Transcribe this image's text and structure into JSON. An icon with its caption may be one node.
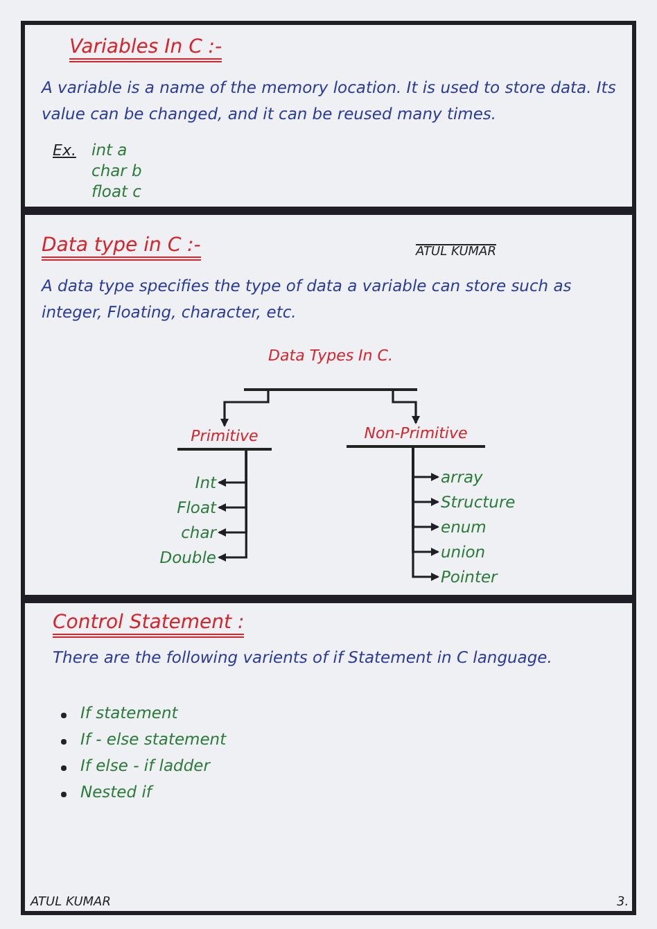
{
  "diagram": {
    "nodes": [
      {
        "text": [
          "Variables In C :-",
          "A variable is a name of the memory location. It is used to store data. Its value can be changed, and it can be reused many times.",
          "Ex.",
          "int a",
          "char b",
          "float c"
        ]
      },
      {
        "text": [
          "Data type in C :-",
          "A data type specifies the type of data a variable can store such as integer, Floating, character, etc."
        ]
      },
      {
        "text": [
          "Data Types In C."
        ],
        "in": 1
      },
      {
        "text": [
          "Primitive"
        ],
        "in": 1
      },
      {
        "text": [
          "Non-Primitive"
        ],
        "in": 1
      },
      {
        "text": [
          "Int"
        ],
        "in": 1
      },
      {
        "text": [
          "Float"
        ],
        "in": 1
      },
      {
        "text": [
          "char"
        ],
        "in": 1
      },
      {
        "text": [
          "Double"
        ],
        "in": 1
      },
      {
        "text": [
          "array"
        ],
        "in": 1
      },
      {
        "text": [
          "Structure"
        ],
        "in": 1
      },
      {
        "text": [
          "enum"
        ],
        "in": 1
      },
      {
        "text": [
          "union"
        ],
        "in": 1
      },
      {
        "text": [
          "Pointer"
        ],
        "in": 1
      },
      {
        "text": [
          "Control Statement :",
          "There are the following varients of if Statement in C language.",
          "If statement",
          "If - else statement",
          "If else - if ladder",
          "Nested if"
        ]
      }
    ],
    "edges": [
      {
        "from": 2,
        "to": 3,
        "arrow": "to"
      },
      {
        "from": 2,
        "to": 4,
        "arrow": "to"
      },
      {
        "from": 3,
        "to": 5,
        "arrow": "to"
      },
      {
        "from": 3,
        "to": 6,
        "arrow": "to"
      },
      {
        "from": 3,
        "to": 7,
        "arrow": "to"
      },
      {
        "from": 3,
        "to": 8,
        "arrow": "to"
      },
      {
        "from": 4,
        "to": 9,
        "arrow": "to"
      },
      {
        "from": 4,
        "to": 10,
        "arrow": "to"
      },
      {
        "from": 4,
        "to": 11,
        "arrow": "to"
      },
      {
        "from": 4,
        "to": 12,
        "arrow": "to"
      },
      {
        "from": 4,
        "to": 13,
        "arrow": "to"
      }
    ],
    "labels": [
      "ATUL KUMAR",
      "ATUL KUMAR",
      "3."
    ]
  }
}
